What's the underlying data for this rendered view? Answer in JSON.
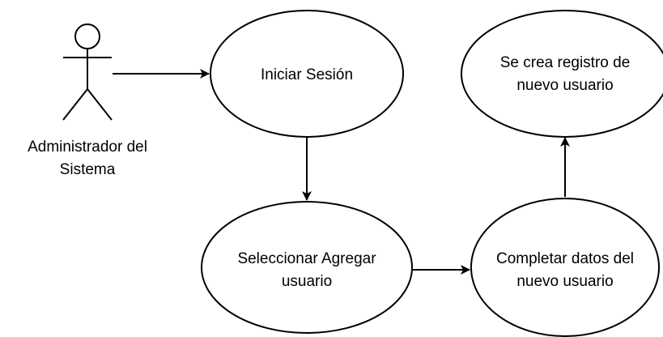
{
  "diagram": {
    "actor": {
      "label_line1": "Administrador del",
      "label_line2": "Sistema"
    },
    "nodes": {
      "login": {
        "line1": "Iniciar Sesión"
      },
      "select_add": {
        "line1": "Seleccionar Agregar",
        "line2": "usuario"
      },
      "complete_data": {
        "line1": "Completar datos del",
        "line2": "nuevo usuario"
      },
      "record_created": {
        "line1": "Se crea registro de",
        "line2": "nuevo usuario"
      }
    },
    "colors": {
      "stroke": "#000000",
      "fill": "#ffffff",
      "text": "#000000"
    }
  }
}
